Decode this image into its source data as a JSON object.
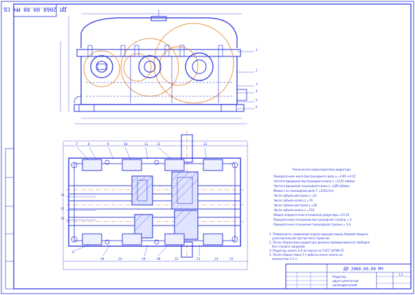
{
  "stamp_rotated": "ДП 2068.00.00 МЧ СБ",
  "notes": {
    "title": "Техническая характеристика редуктора",
    "lines": [
      "Передаточное число быстроходного вала u =3.95 +0.15",
      "Частота вращения быстроходного вала n =1137 об/мин",
      "Частота вращения тихоходного вала n =285 об/мин",
      "Момент на тихоходном валу T =1054 Н·м",
      "Число зубьев шестерни z =21",
      "Число зубьев колеса z =79",
      "Число зубьев шестерни z =28",
      "Число зубьев колеса z =116",
      "Общее передаточное отношение редуктора =15.54",
      "Передаточное отношение быстроходной ступени = 4",
      "Передаточное отношение тихоходной ступени = 3.9"
    ]
  },
  "requirements": {
    "lines": [
      "1. Поверхность соединения корпус-крышка перед сборкой покрыть",
      "уплотнительной пастой типа Герметик",
      "2. После сборки валы редуктора должны проворачиваться свободно",
      "без стуков и заеданий",
      "3. Редуктор залить 4.0 л/ч масла по ГОСТ 20799-75",
      "4. После сборки через 5 ч работы масло залить из",
      "количества 7.5 л"
    ]
  },
  "title_block": {
    "doc_code": "ДП 2068.00.00 МЧ",
    "name_line1": "Редуктор",
    "name_line2": "двухступенчатый",
    "name_line3": "цилиндрический",
    "sheet": "1:2"
  },
  "callouts_top": [
    "1",
    "2",
    "3",
    "4",
    "5",
    "6",
    "7",
    "8",
    "9",
    "10"
  ],
  "callouts_bottom": [
    "11",
    "12",
    "13",
    "14",
    "15",
    "16",
    "17",
    "18",
    "19",
    "20",
    "21",
    "22",
    "23",
    "24",
    "25"
  ]
}
